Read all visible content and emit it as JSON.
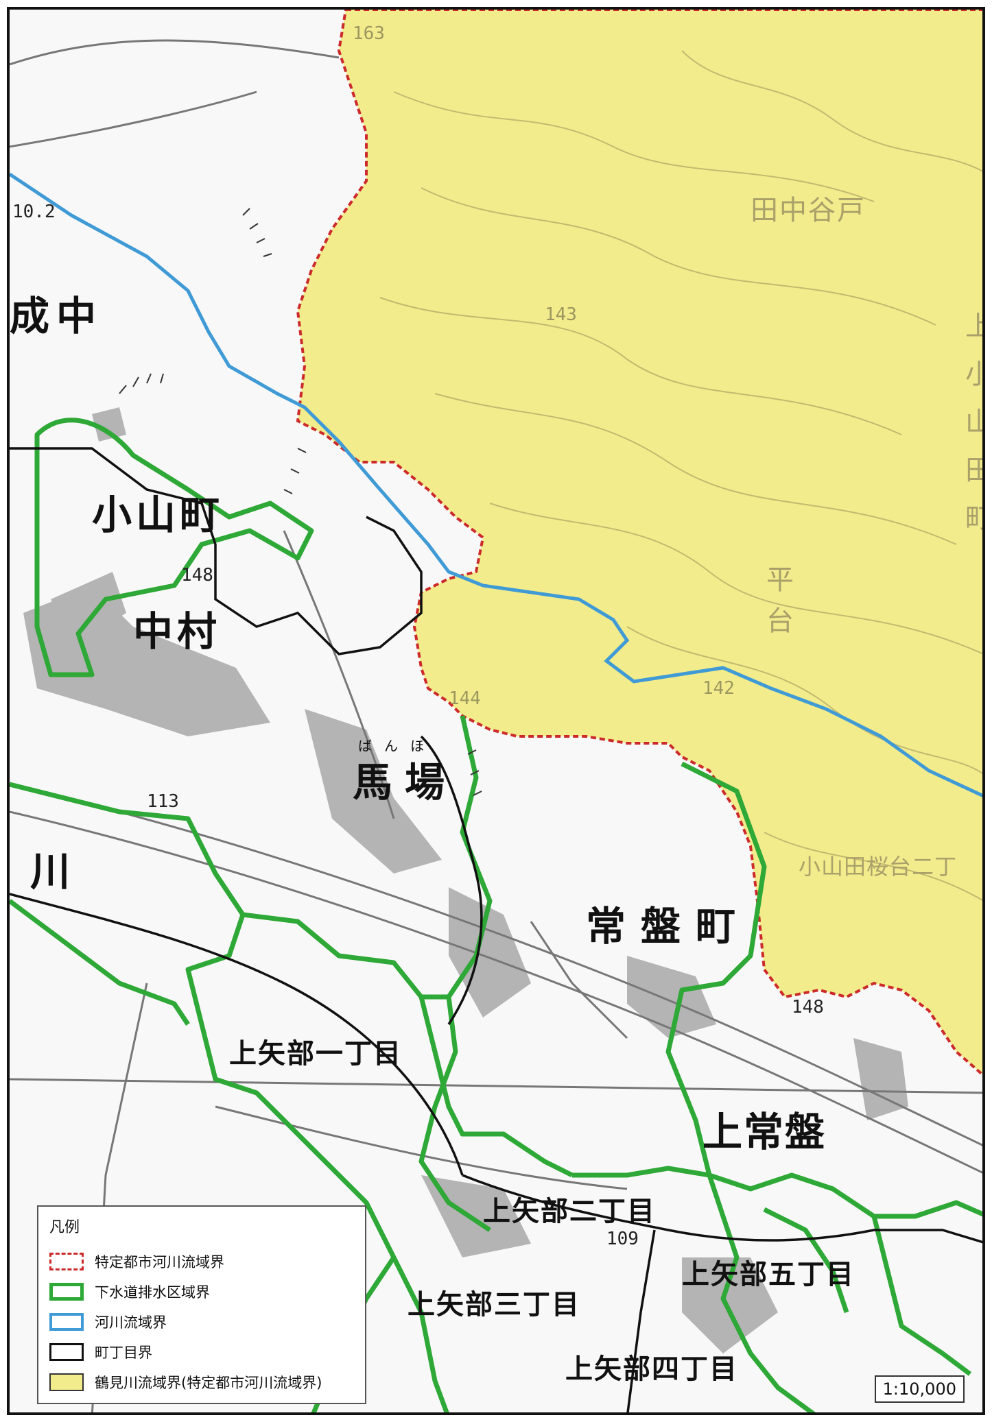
{
  "map": {
    "colors": {
      "basin_fill": "#f2ec8c",
      "sewer_boundary": "#2ea836",
      "river_boundary": "#3f9ad6",
      "basin_boundary": "#cc2a2a",
      "town_boundary": "#111111",
      "urban_gray": "#9a9a9a"
    },
    "places": {
      "oyama_cho": "小山町",
      "nakamura": "中村",
      "banba": "馬場",
      "banba_ruby": "ばんほ",
      "tokiwa_cho": "常盤町",
      "kamiyabe_1": "上矢部一丁目",
      "kamiyabe_2": "上矢部二丁目",
      "kamiyabe_3": "上矢部三丁目",
      "kamiyabe_4": "上矢部四丁目",
      "kamiyabe_5": "上矢部五丁目",
      "kamitokiwa": "上常盤",
      "tanakayato": "田中谷戸",
      "taira_dai": "平台",
      "oyamada_sakuradai": "小山田桜台二丁",
      "oyamada_cho": "上小山田町",
      "seichu": "成中",
      "kawa": "川"
    },
    "elevations": {
      "e163": "163",
      "e143": "143",
      "e148a": "148",
      "e144": "144",
      "e142": "142",
      "e113": "113",
      "e148b": "148",
      "e109": "109",
      "e102": "10.2"
    },
    "scale": "1:10,000"
  },
  "legend": {
    "title": "凡例",
    "items": [
      {
        "label": "特定都市河川流域界",
        "swatch": "dashed-red"
      },
      {
        "label": "下水道排水区域界",
        "swatch": "green"
      },
      {
        "label": "河川流域界",
        "swatch": "blue"
      },
      {
        "label": "町丁目界",
        "swatch": "black"
      },
      {
        "label": "鶴見川流域界(特定都市河川流域界)",
        "swatch": "yellow"
      }
    ]
  }
}
